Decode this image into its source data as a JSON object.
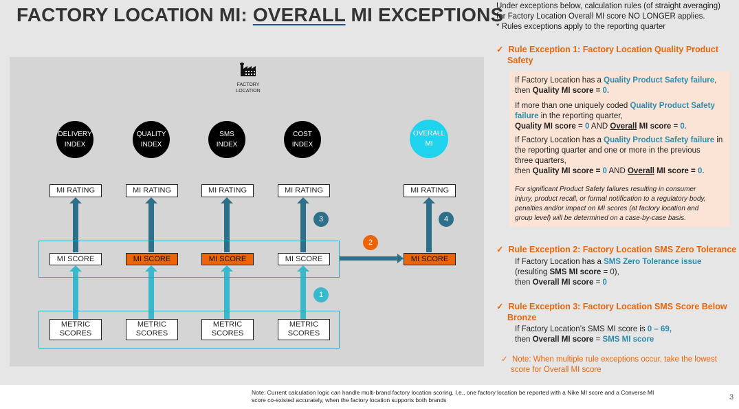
{
  "title": {
    "prefix": "FACTORY LOCATION MI: ",
    "underlined": "OVERALL",
    "suffix": " MI EXCEPTIONS"
  },
  "diagram": {
    "factory_label_line1": "FACTORY",
    "factory_label_line2": "LOCATION",
    "indices": [
      {
        "line1": "DELIVERY",
        "line2": "INDEX"
      },
      {
        "line1": "QUALITY",
        "line2": "INDEX"
      },
      {
        "line1": "SMS",
        "line2": "INDEX"
      },
      {
        "line1": "COST",
        "line2": "INDEX"
      }
    ],
    "overall": {
      "line1": "OVERALL",
      "line2": "MI"
    },
    "mi_rating": "MI RATING",
    "mi_score": "MI SCORE",
    "metric_line1": "METRIC",
    "metric_line2": "SCORES",
    "steps": [
      "1",
      "2",
      "3",
      "4"
    ],
    "colors": {
      "teal_arrow": "#3ab8cc",
      "dark_arrow": "#2e6f8a",
      "orange": "#e8650b",
      "cyan": "#1fd3ee",
      "step1": "#3ab8cc",
      "step2": "#e8650b",
      "step3": "#2e6f8a",
      "step4": "#2e6f8a"
    }
  },
  "intro": {
    "line1": "Under exceptions below, calculation rules (of straight averaging)",
    "line2": "for Factory Location Overall MI score NO LONGER applies.",
    "line3": "* Rules exceptions apply to the reporting quarter"
  },
  "rule1": {
    "check": "✓",
    "head1": "Rule Exception 1: Factory Location Quality Product",
    "head2": "Safety",
    "p1_a": "If Factory Location has a ",
    "p1_hl": "Quality Product Safety failure",
    "p1_b": ",",
    "p1_c": "then ",
    "p1_d": "Quality MI score = ",
    "p1_e": "0.",
    "p2_a": "If more than one uniquely coded ",
    "p2_hl1": "Quality Product Safety",
    "p2_hl2": "failure",
    "p2_b": " in the reporting quarter,",
    "p2_c": "Quality MI score = ",
    "p2_d": "0",
    "p2_e": " AND ",
    "p2_f": "Overall",
    "p2_g": " MI score = ",
    "p2_h": "0.",
    "p3_a": "If Factory Location has a ",
    "p3_hl": "Quality Product Safety failure",
    "p3_b": " in",
    "p3_c": "the reporting quarter and one or more in the previous",
    "p3_d": "three quarters,",
    "p3_e": "then ",
    "p3_f": "Quality MI score = ",
    "p3_g": "0",
    "p3_h": " AND ",
    "p3_i": "Overall",
    "p3_j": " MI score = ",
    "p3_k": "0.",
    "italic1": "For significant Product Safety failures resulting in consumer",
    "italic2": "injury, product recall, or formal notification to a regulatory body,",
    "italic3": "penalties and/or impact on MI scores (at factory location and",
    "italic4": "group level) will be determined on a case-by-case basis."
  },
  "rule2": {
    "check": "✓",
    "head": "Rule Exception 2: Factory Location SMS Zero Tolerance",
    "l1_a": "If Factory Location has a ",
    "l1_hl": "SMS Zero Tolerance issue",
    "l2_a": "(resulting ",
    "l2_b": "SMS MI score",
    "l2_c": " = 0),",
    "l3_a": "then ",
    "l3_b": "Overall MI score",
    "l3_c": " = ",
    "l3_d": "0"
  },
  "rule3": {
    "check": "✓",
    "head1": "Rule Exception 3: Factory Location SMS Score Below",
    "head2": "Bronze",
    "l1_a": "If Factory Location’s SMS MI score is ",
    "l1_hl": "0 – 69,",
    "l2_a": "then ",
    "l2_b": "Overall MI score",
    "l2_c": " = ",
    "l2_hl": "SMS MI score"
  },
  "note": {
    "check": "✓",
    "line1": "Note: When multiple rule exceptions occur, take the lowest",
    "line2": "score for Overall MI score"
  },
  "footer": {
    "line1": "Note: Current calculation logic can handle multi-brand factory location scoring. I.e., one factory location be reported with a Nike MI score and a Converse MI",
    "line2": "score co-existed accurately, when the factory location supports both brands",
    "page": "3"
  }
}
